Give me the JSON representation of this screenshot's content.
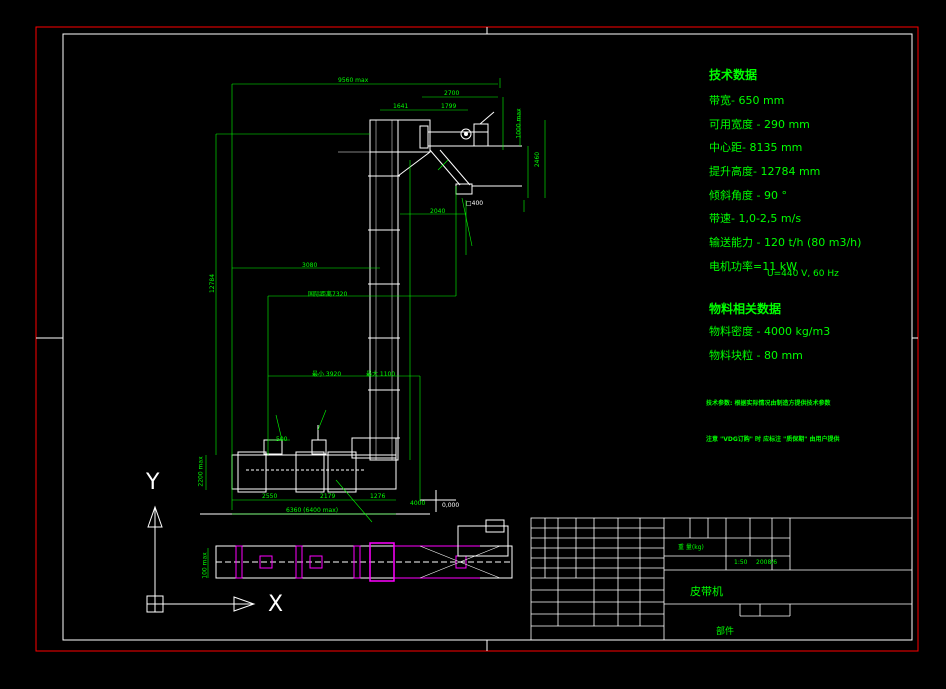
{
  "technical": {
    "title": "技术数据",
    "items": [
      "带宽- 650 mm",
      "可用宽度 - 290 mm",
      "中心距- 8135 mm",
      "提升高度- 12784 mm",
      "倾斜角度 - 90   °",
      "带速- 1,0-2,5 m/s",
      "输送能力 - 120 t/h (80 m3/h)",
      "电机功率=11 kW"
    ],
    "voltage": "U=440 V, 60 Hz"
  },
  "material": {
    "title": "物料相关数据",
    "items": [
      "物料密度 - 4000 kg/m3",
      "物料块粒 - 80 mm"
    ]
  },
  "notes": {
    "note1": "技术参数:  根据实际情况由制造方提供技术参数",
    "note2": "注意 \"VDG订购\" 时 应标注 \"质保期\" 由用户提供"
  },
  "dimensions": {
    "d9560": "9560 max",
    "d2700": "2700",
    "d1641": "1641",
    "d1799": "1799",
    "d12784": "12784",
    "d3080": "3080",
    "d2040": "2040",
    "d7320": "国际距离7320",
    "d3920": "最小 3920",
    "d1100": "最大 1100",
    "d2550": "2550",
    "d2179": "2179",
    "d1276": "1276",
    "d6360": "6360 (6400 max)",
    "d2200": "2200 max",
    "d500": "500",
    "d0000": "0,000",
    "d400": "□400",
    "d4000": "4000",
    "d2460": "2460",
    "d1000": "1000 max",
    "d100": "100 max"
  },
  "title_block": {
    "name": "皮带机",
    "part": "部件",
    "weight": "重 量(kg)",
    "scale": "1:50",
    "date": "2008/6"
  },
  "axes": {
    "x": "X",
    "y": "Y"
  },
  "colors": {
    "background": "#000000",
    "frame_red": "#ff0000",
    "frame_white": "#ffffff",
    "text_green": "#00ff00",
    "outline_white": "#ffffff",
    "highlight_magenta": "#ff00ff",
    "dimension_green": "#00ff00",
    "hidden_line": "#00ffff"
  }
}
